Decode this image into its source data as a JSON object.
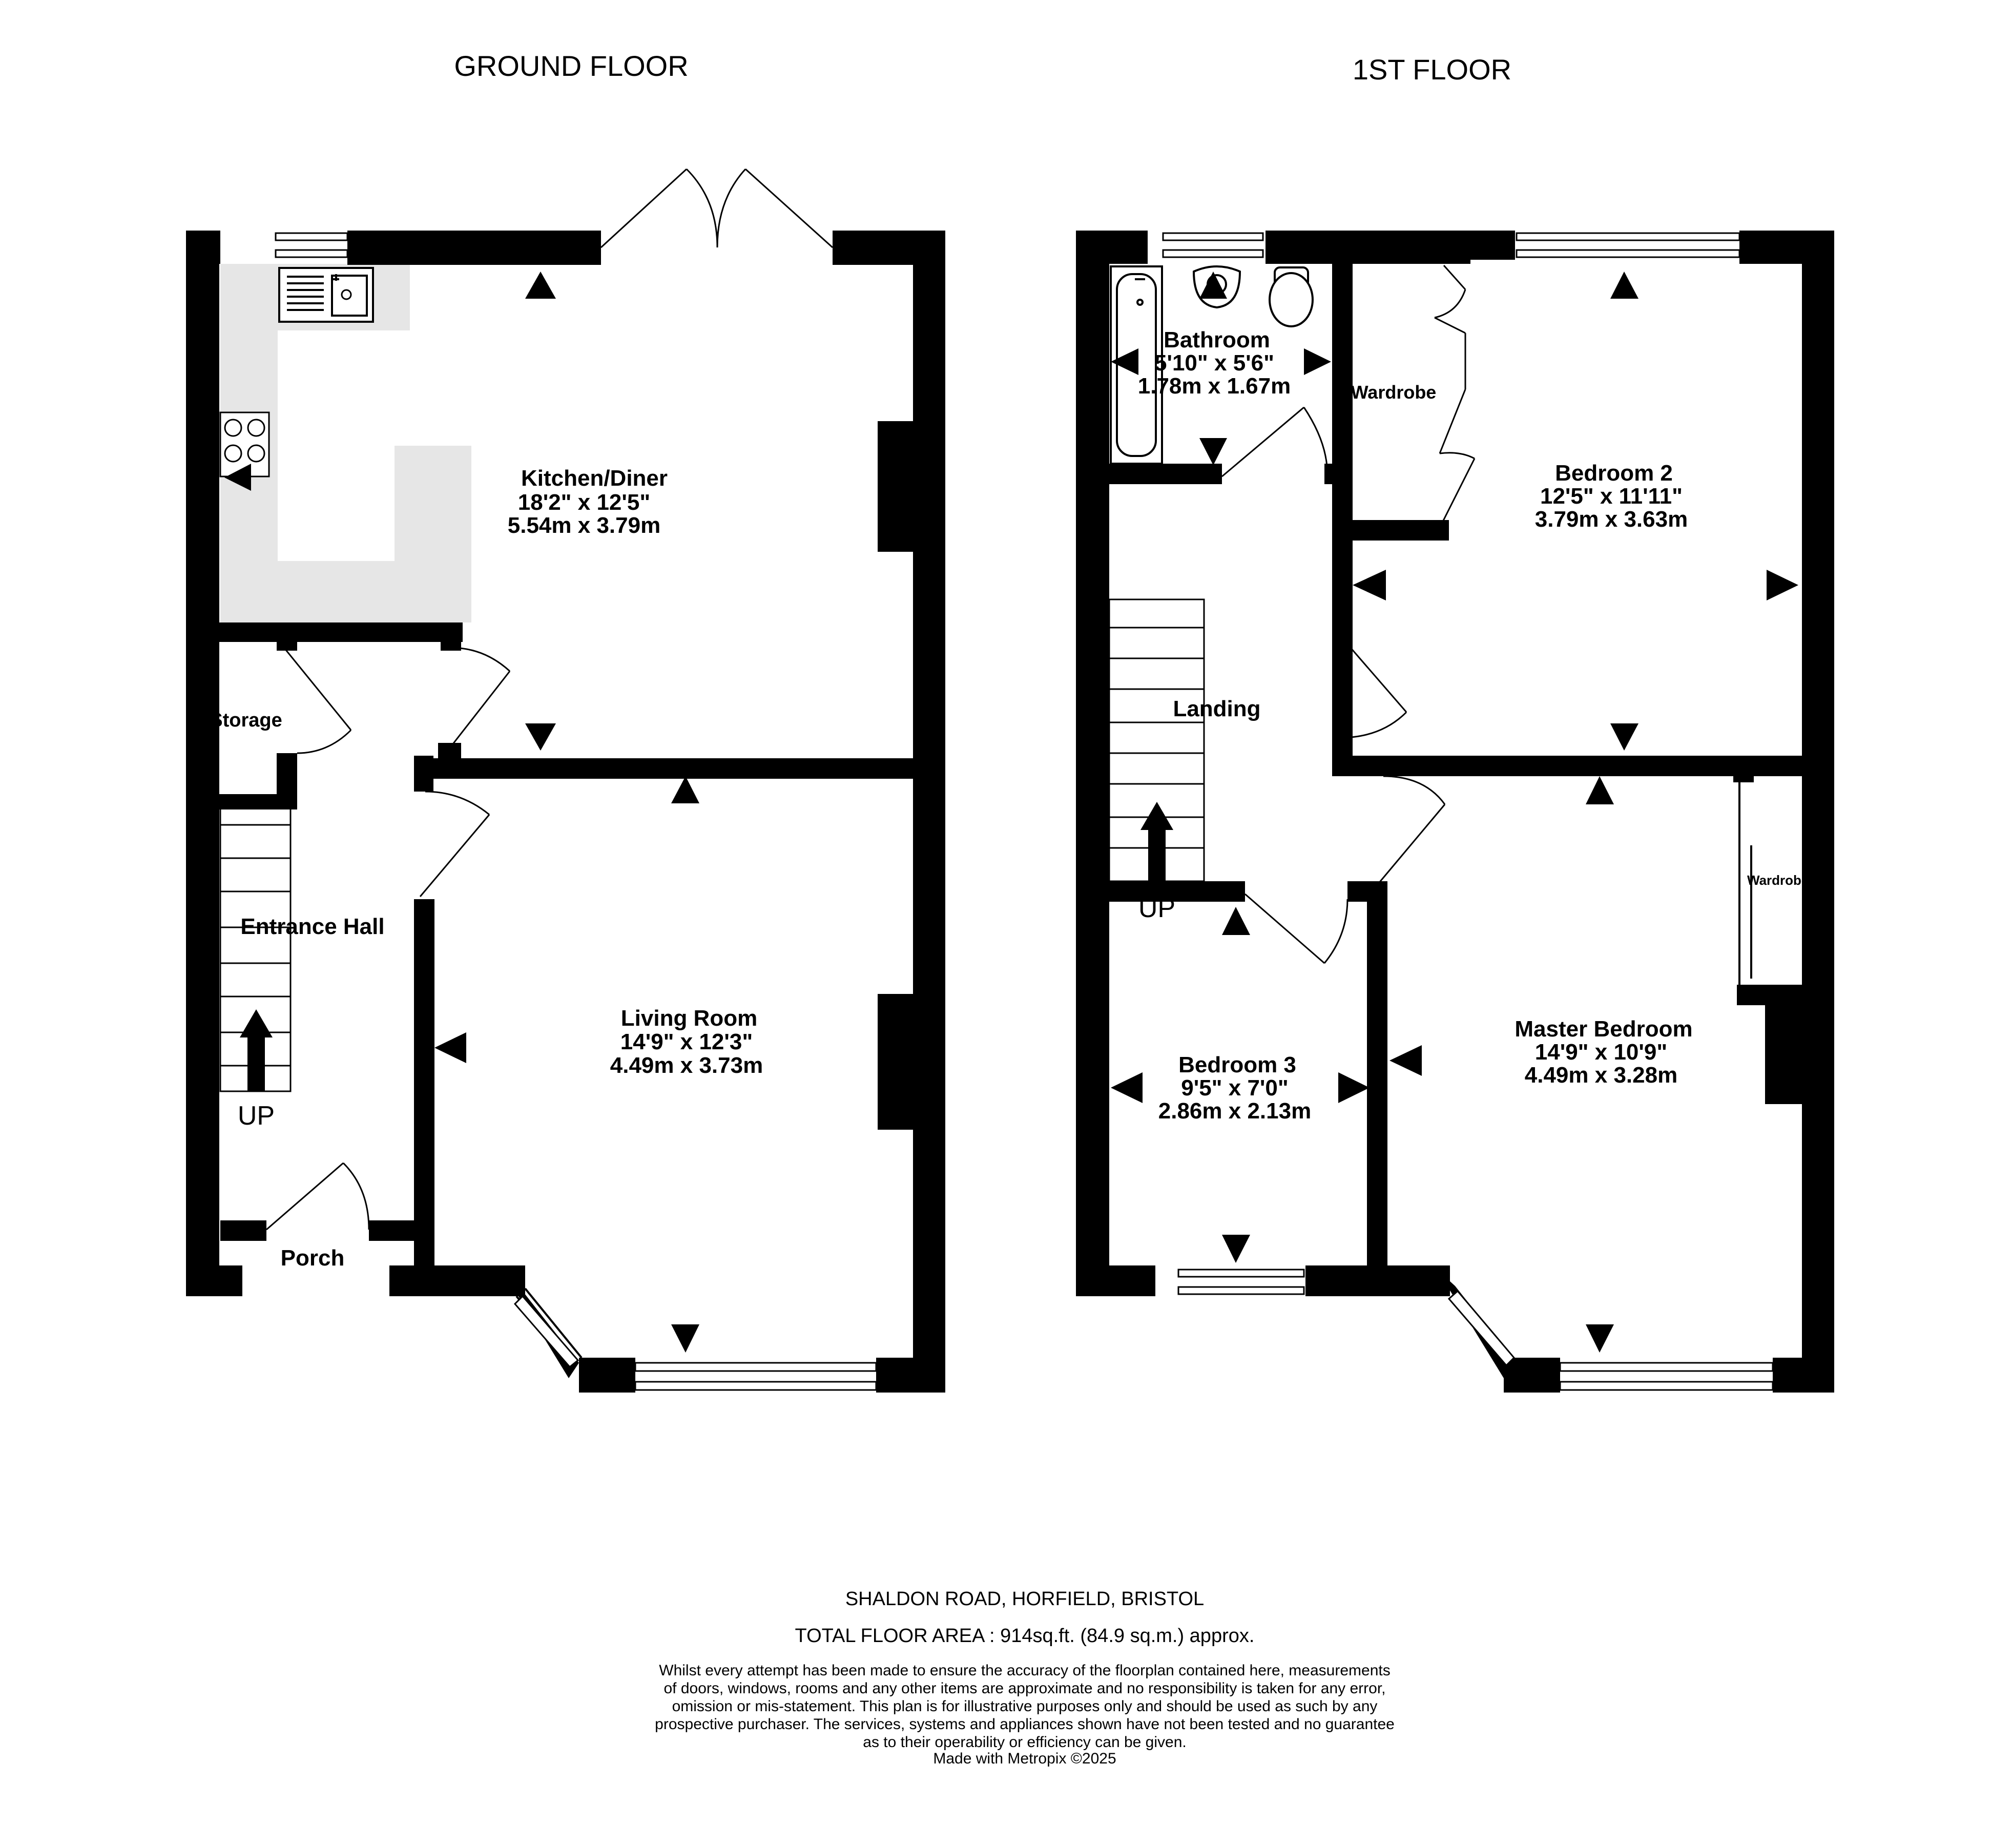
{
  "floors": {
    "ground": {
      "title": "GROUND FLOOR"
    },
    "first": {
      "title": "1ST FLOOR"
    }
  },
  "rooms": {
    "kitchen": {
      "name": "Kitchen/Diner",
      "imperial": "18'2\"  x 12'5\"",
      "metric": "5.54m  x 3.79m"
    },
    "storage": {
      "name": "Storage"
    },
    "entrance_hall": {
      "name": "Entrance Hall"
    },
    "living": {
      "name": "Living Room",
      "imperial": "14'9\"  x 12'3\"",
      "metric": "4.49m  x 3.73m"
    },
    "porch": {
      "name": "Porch"
    },
    "bathroom": {
      "name": "Bathroom",
      "imperial": "5'10\"  x 5'6\"",
      "metric": "1.78m  x 1.67m"
    },
    "wardrobe_bed2": {
      "name": "Wardrobe"
    },
    "bedroom2": {
      "name": "Bedroom 2",
      "imperial": "12'5\"  x 11'11\"",
      "metric": "3.79m  x 3.63m"
    },
    "landing": {
      "name": "Landing"
    },
    "bedroom3": {
      "name": "Bedroom 3",
      "imperial": "9'5\"  x 7'0\"",
      "metric": "2.86m  x 2.13m"
    },
    "master": {
      "name": "Master Bedroom",
      "imperial": "14'9\"  x 10'9\"",
      "metric": "4.49m  x 3.28m"
    },
    "wardrobe_master": {
      "name": "Wardrobe"
    }
  },
  "stairs": {
    "up_label": "UP"
  },
  "footer": {
    "address": "SHALDON ROAD, HORFIELD, BRISTOL",
    "area": "TOTAL FLOOR AREA : 914sq.ft. (84.9 sq.m.) approx.",
    "disclaimer": [
      "Whilst every attempt has been made to ensure the accuracy of the floorplan contained here, measurements",
      "of doors, windows, rooms and any other items are approximate and no responsibility is taken for any error,",
      "omission or mis-statement. This plan is for illustrative purposes only and should be used as such by any",
      "prospective purchaser. The services, systems and appliances shown have not been tested and no guarantee",
      "as to their operability or efficiency can be given."
    ],
    "credit": "Made with Metropix ©2025"
  },
  "colors": {
    "wall": "#000000",
    "worktop": "#e6e6e6",
    "background": "#ffffff"
  }
}
